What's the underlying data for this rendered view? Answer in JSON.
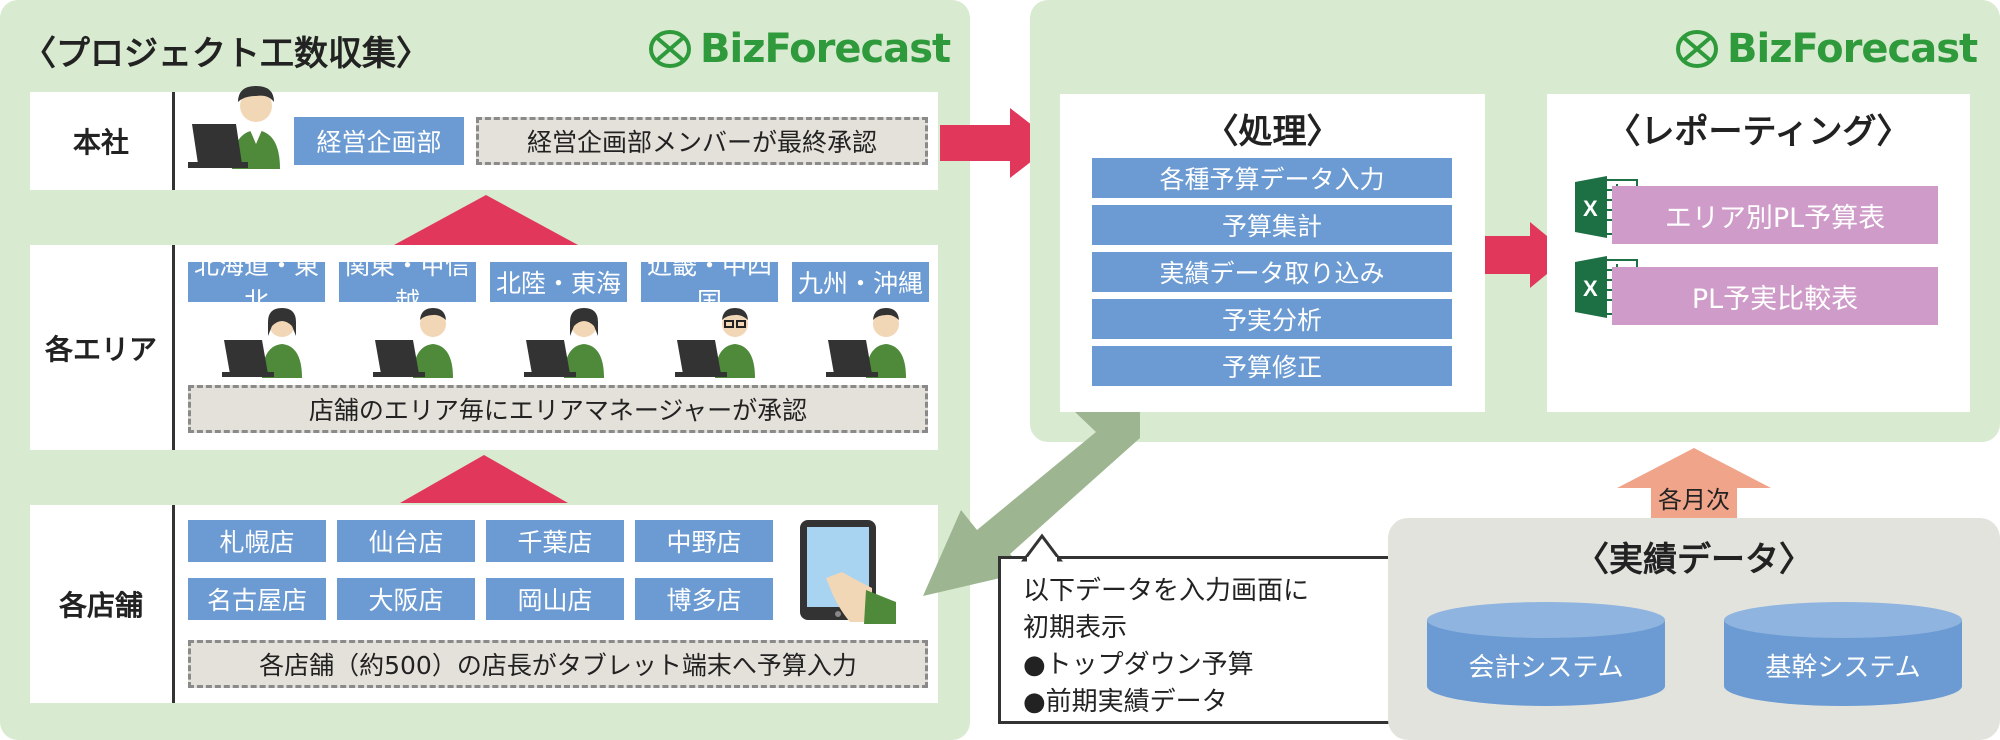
{
  "logo_text": "BizForecast",
  "left": {
    "title": "〈プロジェクト工数収集〉",
    "rows": {
      "honsha": {
        "label": "本社",
        "dept": "経営企画部",
        "note": "経営企画部メンバーが最終承認"
      },
      "area": {
        "label": "各エリア",
        "regions": [
          "北海道・東北",
          "関東・甲信越",
          "北陸・東海",
          "近畿・中四国",
          "九州・沖縄"
        ],
        "note": "店舗のエリア毎にエリアマネージャーが承認"
      },
      "store": {
        "label": "各店舗",
        "stores": [
          "札幌店",
          "仙台店",
          "千葉店",
          "中野店",
          "名古屋店",
          "大阪店",
          "岡山店",
          "博多店"
        ],
        "note": "各店舗（約500）の店長がタブレット端末へ予算入力"
      }
    }
  },
  "right": {
    "processing": {
      "title": "〈処理〉",
      "items": [
        "各種予算データ入力",
        "予算集計",
        "実績データ取り込み",
        "予実分析",
        "予算修正"
      ]
    },
    "reporting": {
      "title": "〈レポーティング〉",
      "items": [
        "エリア別PL予算表",
        "PL予実比較表"
      ]
    }
  },
  "actual": {
    "title": "〈実績データ〉",
    "monthly_label": "各月次",
    "systems": [
      "会計システム",
      "基幹システム"
    ]
  },
  "callout": {
    "lines": [
      "以下データを入力画面に",
      "初期表示",
      "●トップダウン予算",
      "●前期実績データ"
    ]
  },
  "colors": {
    "panel_green": "#d8eacf",
    "box_blue": "#6b9bd2",
    "report_pink": "#cf9cc9",
    "arrow_red": "#e0375a",
    "arrow_green": "#9db590",
    "arrow_salmon": "#f0a48a",
    "logo_green": "#2e9a3c",
    "excel_green": "#1d7044"
  }
}
